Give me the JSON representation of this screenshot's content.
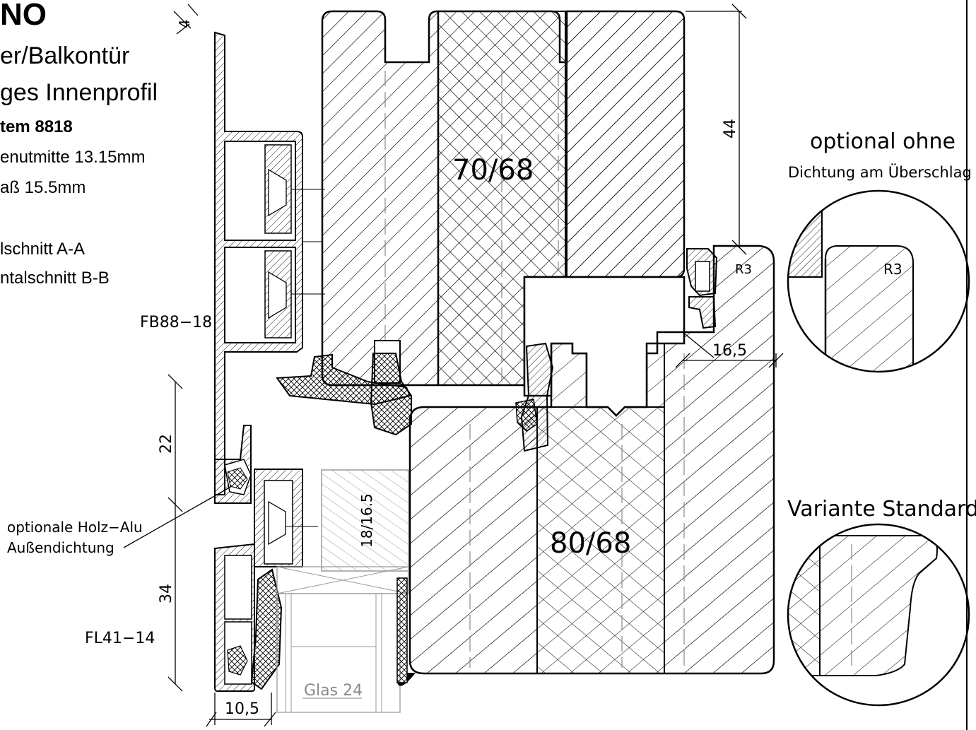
{
  "title_block": {
    "line1": "NO",
    "line2": "er/Balkontür",
    "line3": "ges Innenprofil",
    "line4": "tem 8818",
    "line5": "enutmitte 13.15mm",
    "line6": "aß 15.5mm",
    "line7": "lschnitt A-A",
    "line8": "ntalschnitt B-B"
  },
  "labels": {
    "sash_section": "70/68",
    "frame_section": "80/68",
    "bead_section": "18/16.5",
    "profile_fb": "FB88−18",
    "profile_fl": "FL41−14",
    "glass": "Glas 24",
    "radius_main": "R3",
    "radius_detail": "R3",
    "seal_note_line1": "optionale Holz−Alu",
    "seal_note_line2": "Außendichtung"
  },
  "dimensions": {
    "dim_44": "44",
    "dim_22": "22",
    "dim_34": "34",
    "dim_16_5": "16,5",
    "dim_10_5": "10,5",
    "dim_4": "4"
  },
  "details": {
    "optional_title_line1": "optional  ohne",
    "optional_title_line2": "Dichtung am Überschlag",
    "standard_title": "Variante  Standard"
  },
  "colors": {
    "line": "#000000",
    "gray": "#8a8a8a",
    "background": "#ffffff"
  }
}
